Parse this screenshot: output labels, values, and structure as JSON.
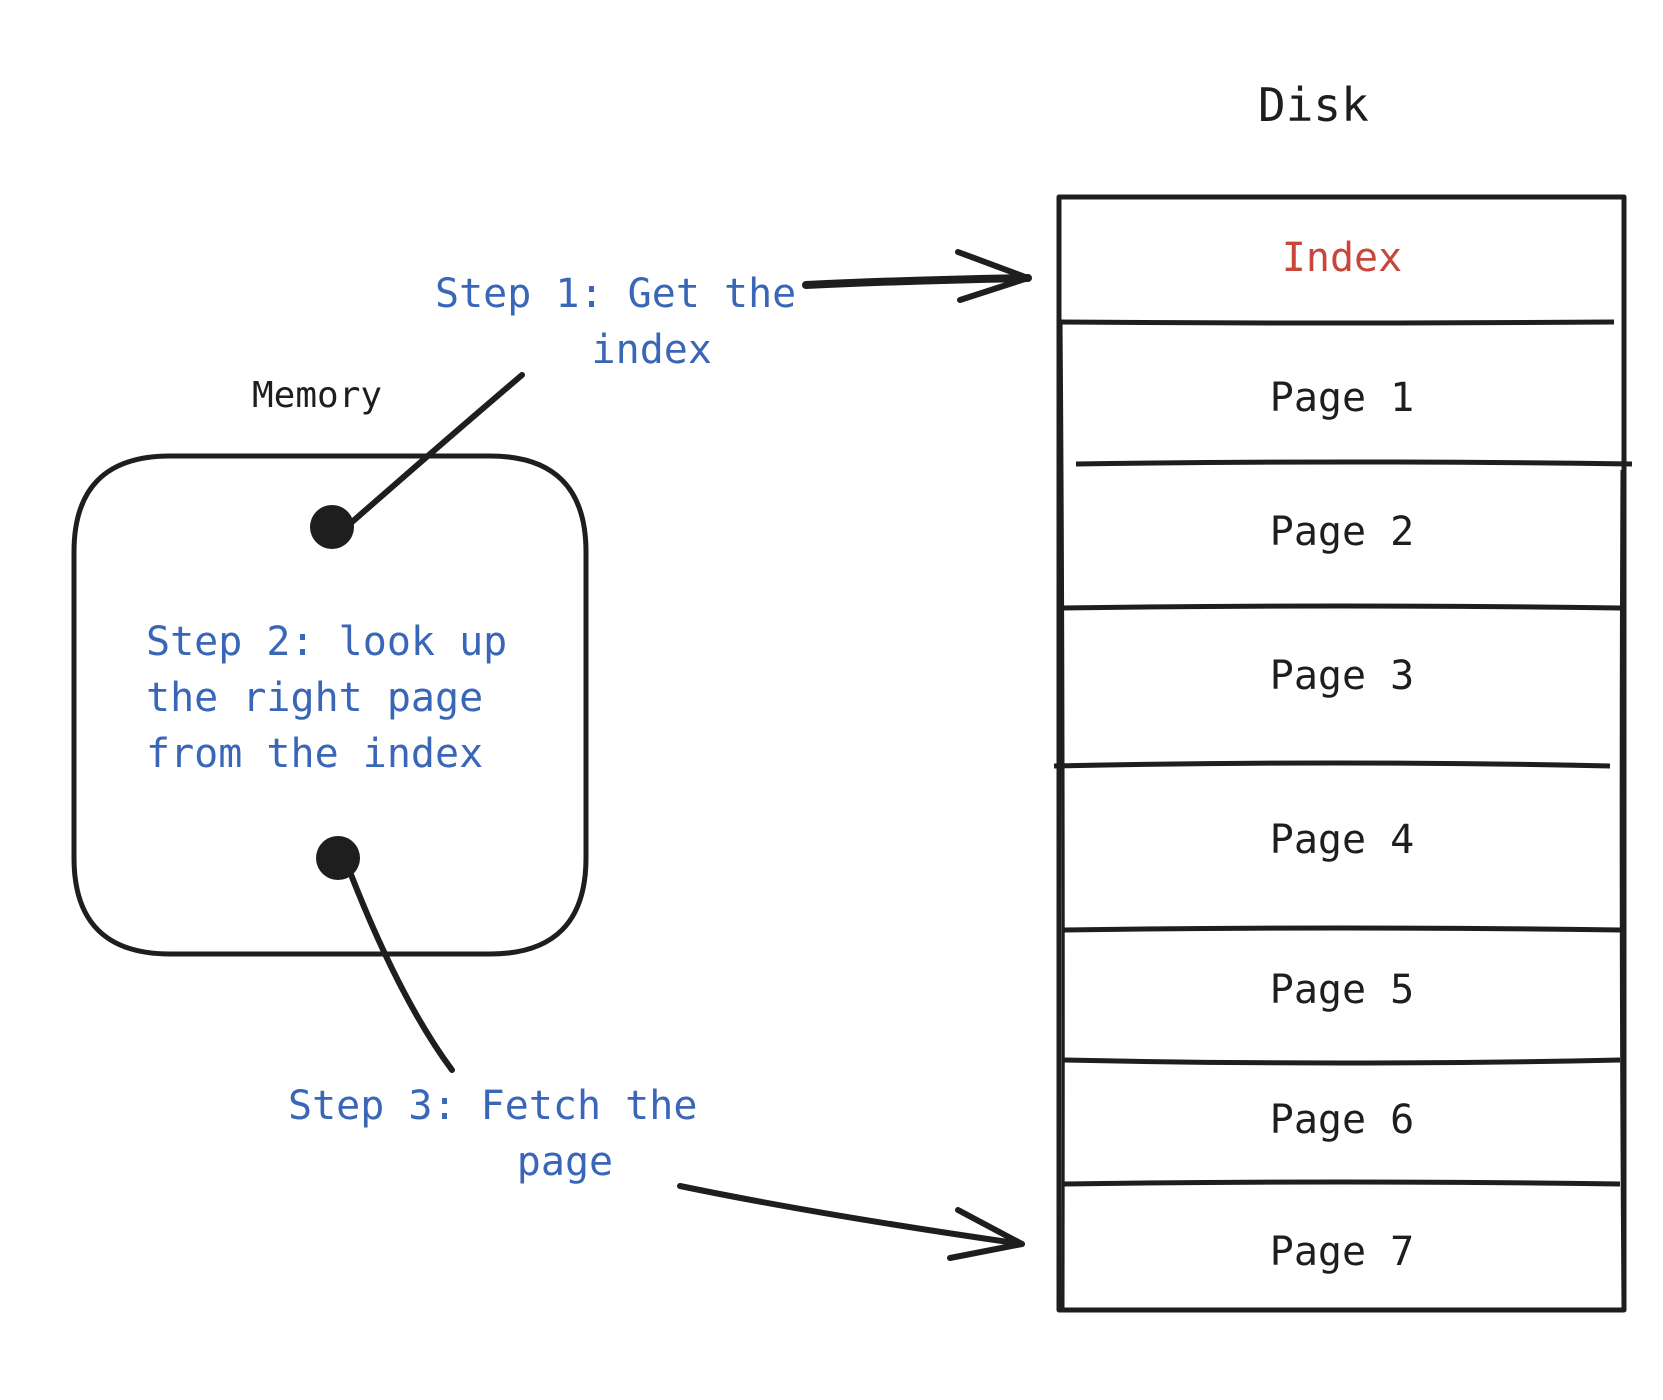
{
  "disk": {
    "title": "Disk",
    "cells": [
      {
        "label": "Index",
        "highlight": true
      },
      {
        "label": "Page 1"
      },
      {
        "label": "Page 2"
      },
      {
        "label": "Page 3"
      },
      {
        "label": "Page 4"
      },
      {
        "label": "Page 5"
      },
      {
        "label": "Page 6"
      },
      {
        "label": "Page 7"
      }
    ]
  },
  "memory": {
    "label": "Memory"
  },
  "steps": {
    "step1": "Step 1: Get the\n   index",
    "step2": "Step 2: look up\nthe right page\nfrom the index",
    "step3": "Step 3: Fetch the\n      page"
  },
  "colors": {
    "ink": "#1e1e1e",
    "annotation": "#3a66b8",
    "highlight": "#c9473a",
    "background": "#ffffff"
  }
}
